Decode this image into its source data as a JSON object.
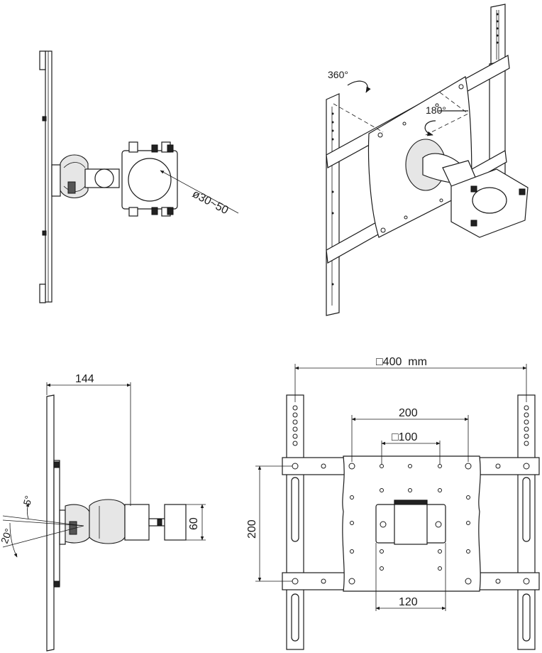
{
  "diagram": {
    "views": {
      "side_top": {
        "diameter_label": "ø30~50"
      },
      "perspective": {
        "swivel_label": "360°",
        "tilt_label": "180°"
      },
      "side_bottom": {
        "depth_label": "144",
        "clamp_label": "60",
        "tilt_up_label": "5°",
        "tilt_down_label": "20°"
      },
      "front": {
        "vesa_max_label": "□400  mm",
        "width_200_label": "200",
        "vesa_min_label": "□100",
        "height_200_label": "200",
        "width_120_label": "120"
      }
    }
  }
}
